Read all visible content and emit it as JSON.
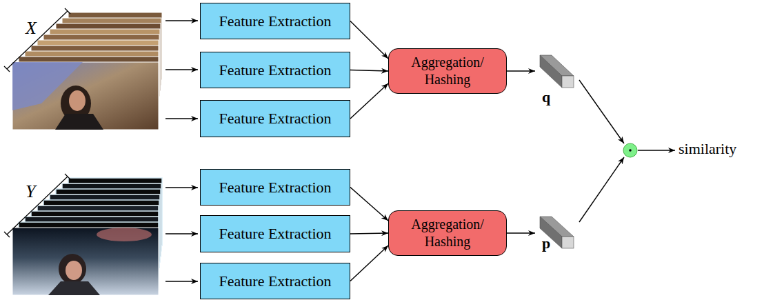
{
  "diagram": {
    "nodes": [
      {
        "text": [
          "Feature Extraction"
        ]
      },
      {
        "text": [
          "Feature Extraction"
        ]
      },
      {
        "text": [
          "Feature Extraction"
        ]
      },
      {
        "text": [
          "Aggregation/ Hashing"
        ]
      },
      {
        "text": [
          "Feature Extraction"
        ]
      },
      {
        "text": [
          "Feature Extraction"
        ]
      },
      {
        "text": [
          "Feature Extraction"
        ]
      },
      {
        "text": [
          "Aggregation/ Hashing"
        ]
      }
    ],
    "edges": [
      {
        "from": 0,
        "to": 3,
        "arrow": "to"
      },
      {
        "from": 1,
        "to": 3,
        "arrow": "to"
      },
      {
        "from": 2,
        "to": 3,
        "arrow": "to"
      },
      {
        "from": 4,
        "to": 7,
        "arrow": "to"
      },
      {
        "from": 5,
        "to": 7,
        "arrow": "to"
      },
      {
        "from": 6,
        "to": 7,
        "arrow": "to"
      }
    ],
    "labels": [
      "X",
      "Y",
      "q",
      "p",
      "similarity"
    ]
  }
}
